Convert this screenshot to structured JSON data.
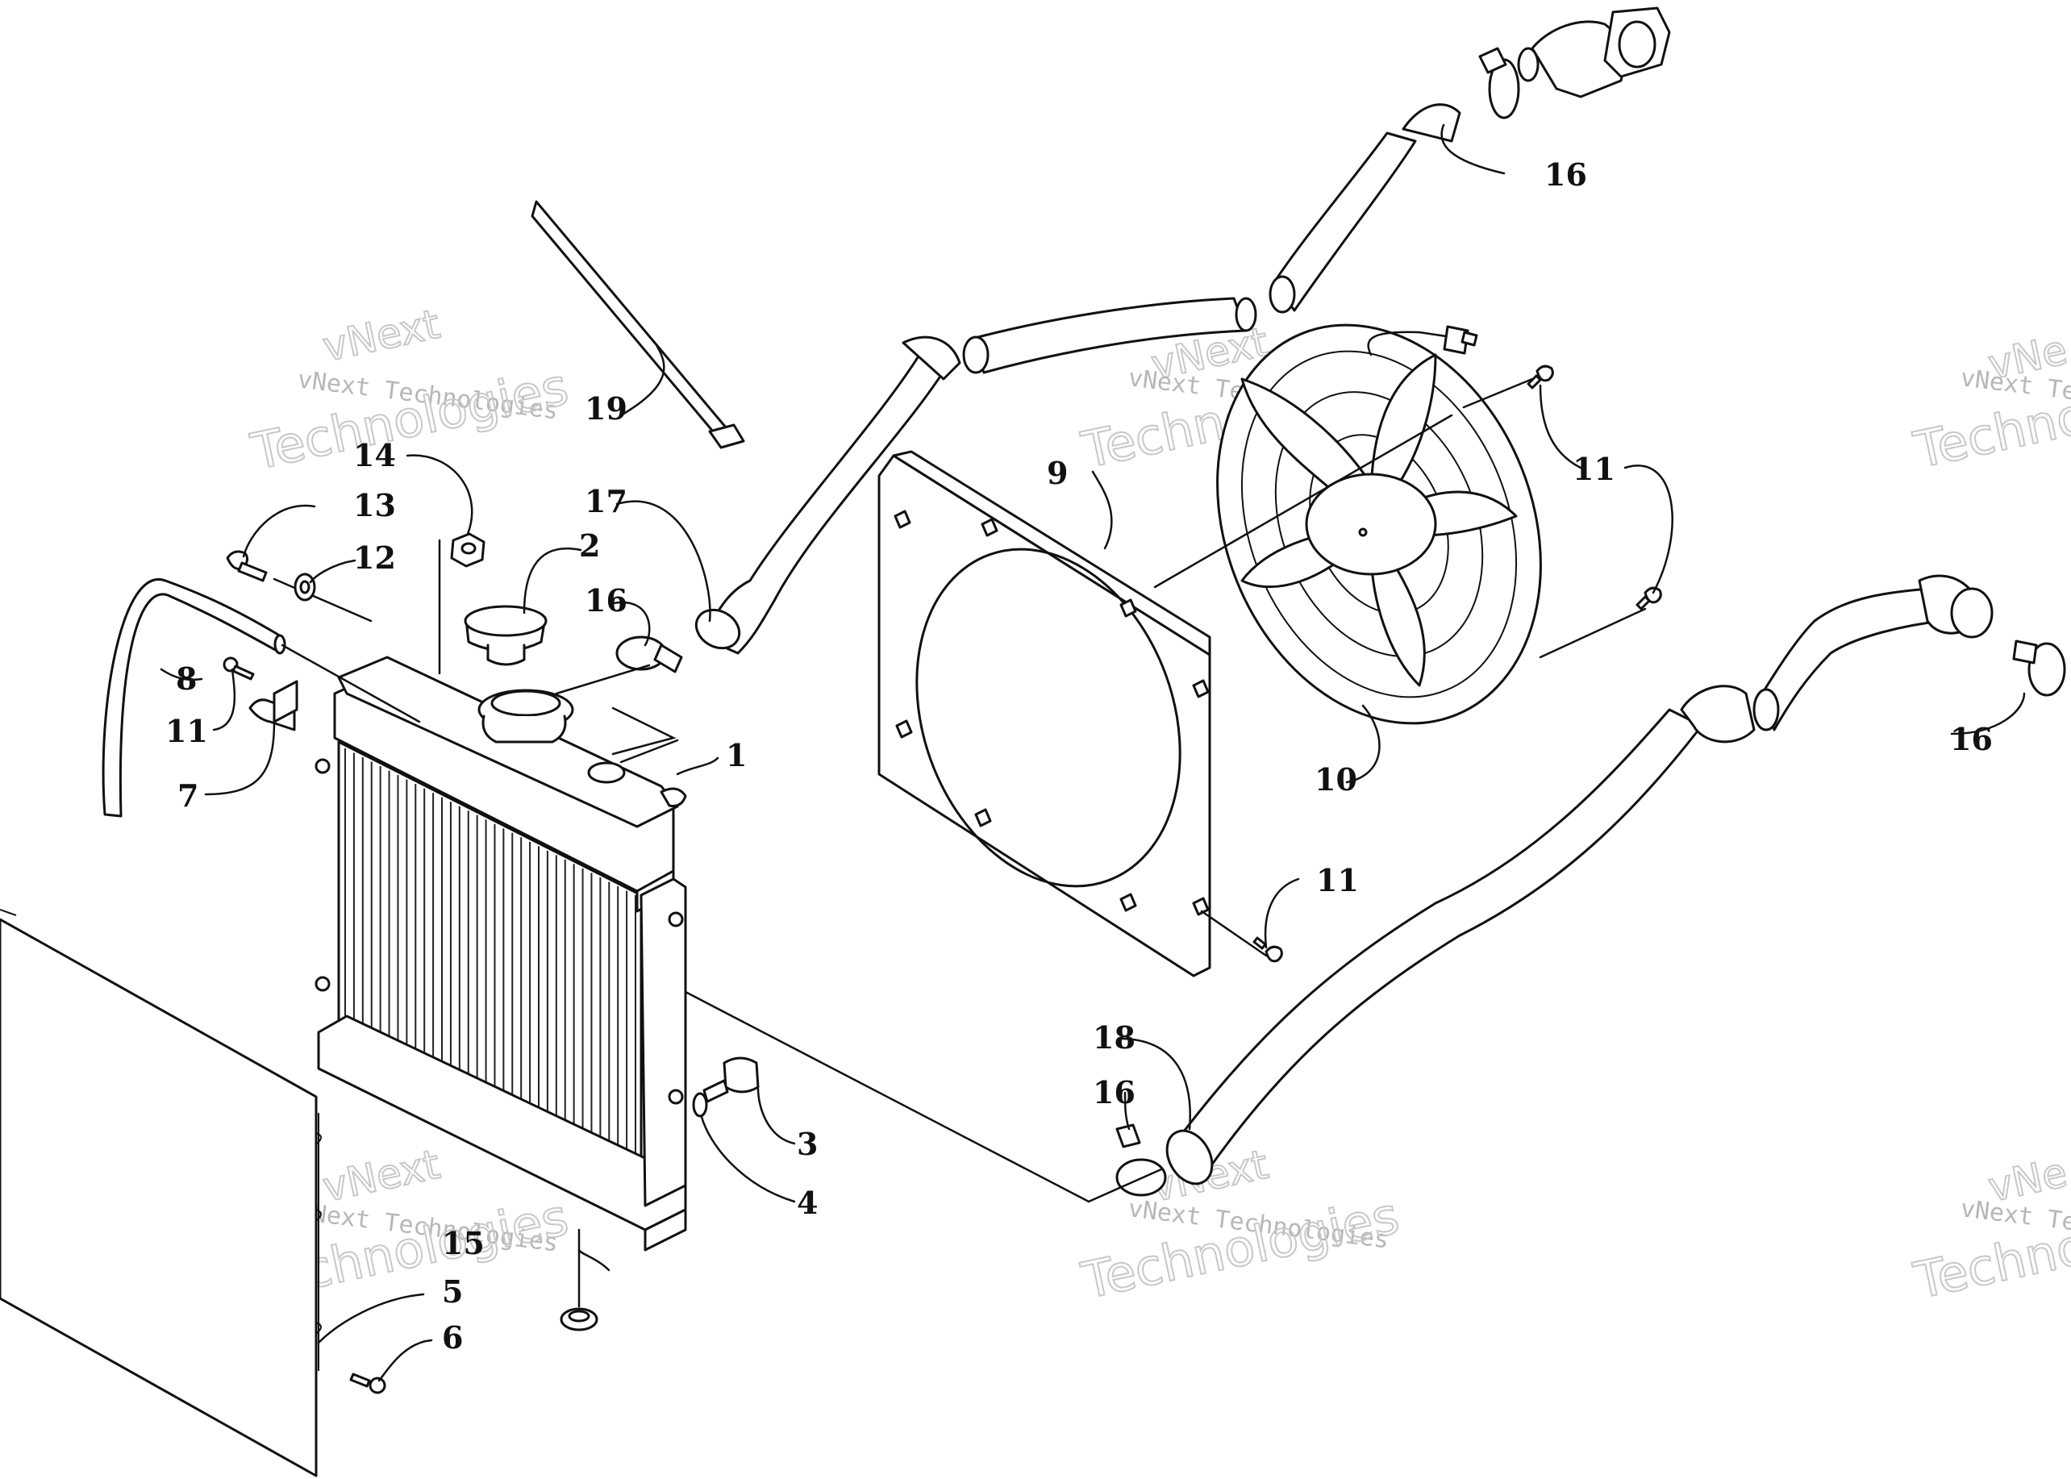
{
  "watermark": {
    "line1": "vNext",
    "line2": "vNext Technologies",
    "line3": "Technologies",
    "edge_line2": "vNext Tec",
    "edge_line3": "Techno",
    "edge_line1": "vNe"
  },
  "callouts": {
    "c1": "1",
    "c2": "2",
    "c3": "3",
    "c4": "4",
    "c5": "5",
    "c6": "6",
    "c7": "7",
    "c8": "8",
    "c9": "9",
    "c10": "10",
    "c11a": "11",
    "c11b": "11",
    "c11c": "11",
    "c12": "12",
    "c13": "13",
    "c14": "14",
    "c15": "15",
    "c16a": "16",
    "c16b": "16",
    "c16c": "16",
    "c16d": "16",
    "c17": "17",
    "c18": "18",
    "c19": "19"
  }
}
